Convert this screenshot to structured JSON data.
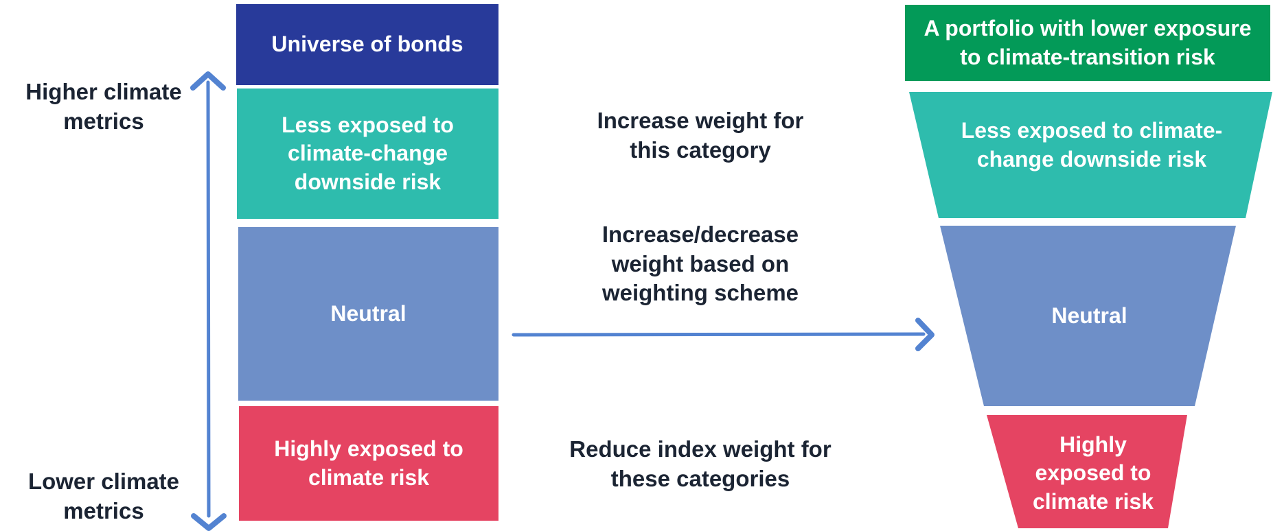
{
  "axis": {
    "top_label": "Higher climate\nmetrics",
    "bottom_label": "Lower climate\nmetrics"
  },
  "left_column": {
    "header": "Universe of bonds",
    "less_exposed": "Less exposed to\nclimate-change\ndownside risk",
    "neutral": "Neutral",
    "highly_exposed": "Highly exposed to\nclimate risk"
  },
  "actions": {
    "increase": "Increase weight for\nthis category",
    "adjust": "Increase/decrease\nweight based on\nweighting scheme",
    "reduce": "Reduce index weight for\nthese categories"
  },
  "right_funnel": {
    "header": "A portfolio with lower exposure\nto climate-transition risk",
    "less_exposed": "Less exposed to climate-\nchange downside risk",
    "neutral": "Neutral",
    "highly_exposed": "Highly\nexposed to\nclimate risk"
  },
  "colors": {
    "navy": "#283a9a",
    "teal": "#2ebcad",
    "blue": "#6e8fc8",
    "red": "#e54462",
    "green": "#039a58",
    "arrow": "#5383d1",
    "text_dark": "#1b2433"
  }
}
